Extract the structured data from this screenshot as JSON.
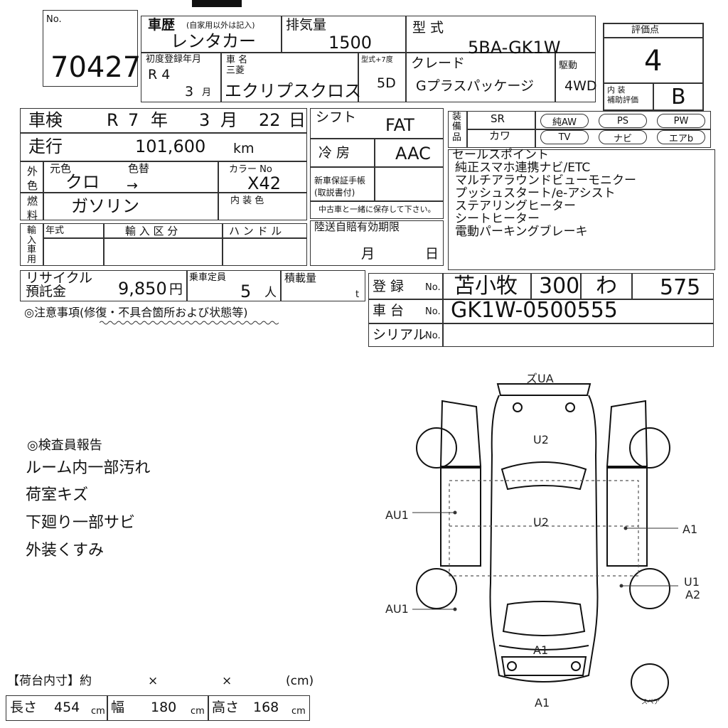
{
  "header": {
    "no_label": "No.",
    "lot_no": "70427"
  },
  "history": {
    "label": "車歴",
    "label_note": "(自家用以外は記入)",
    "value": "レンタカー"
  },
  "displacement": {
    "label": "排気量",
    "value": "1500"
  },
  "model_type": {
    "label": "型 式",
    "value": "5BA-GK1W"
  },
  "first_reg": {
    "label": "初度登録年月",
    "era_year": "R 4",
    "month": "3",
    "month_unit": "月"
  },
  "car_name": {
    "label": "車 名",
    "maker": "三菱",
    "value": "エクリプスクロス"
  },
  "doors": {
    "label": "型式+7度",
    "value": "5D"
  },
  "grade": {
    "label": "クレード",
    "value": "Gプラスパッケージ"
  },
  "drive": {
    "label": "駆動",
    "value": "4WD"
  },
  "score": {
    "label": "評価点",
    "value": "4",
    "interior_label": "内 装\n補助評価",
    "interior_value": "B"
  },
  "inspection": {
    "label": "車検",
    "era": "R",
    "year": "7",
    "year_unit": "年",
    "month": "3",
    "month_unit": "月",
    "day": "22",
    "day_unit": "日"
  },
  "shift": {
    "label": "シフト",
    "value": "FAT"
  },
  "mileage": {
    "label": "走行",
    "value": "101,600",
    "unit": "km"
  },
  "aircon": {
    "label": "冷 房",
    "value": "AAC"
  },
  "equipment": {
    "label": "装備品",
    "sr": "SR",
    "leather": "カワ",
    "pills": [
      "純AW",
      "PS",
      "PW",
      "TV",
      "ナビ",
      "エアb"
    ]
  },
  "color": {
    "side_label": "外色",
    "orig_label": "元色",
    "orig_value": "クロ",
    "change_label": "色替",
    "change_value": "→",
    "code_label": "カラー No",
    "code_value": "X42"
  },
  "fuel": {
    "label": "燃料",
    "value": "ガソリン",
    "interior_color_label": "内 装 色"
  },
  "manual": {
    "label": "新車保証手帳\n(取説書付)",
    "note": "中古車と一緒に保存して下さい。"
  },
  "import": {
    "label": "輸入車用",
    "year_label": "年式",
    "class_label": "輸 入 区 分",
    "handle_label": "ハ ン ド ル"
  },
  "radio": {
    "label": "陸送自賠有効期限",
    "month_unit": "月",
    "day_unit": "日"
  },
  "sales_points": {
    "label": "セールスポイント",
    "items": [
      "純正スマホ連携ナビ/ETC",
      "マルチアラウンドビューモニクー",
      "プッシュスタート/e-アシスト",
      "ステアリングヒーター",
      "シートヒーター",
      "電動パーキングブレーキ"
    ]
  },
  "recycle": {
    "label": "リサイクル\n預託金",
    "value": "9,850",
    "unit": "円"
  },
  "capacity": {
    "label": "乗車定員",
    "value": "5",
    "unit": "人"
  },
  "load": {
    "label": "積載量",
    "unit": "t"
  },
  "registration": {
    "label": "登 録",
    "no_label": "No.",
    "area": "苫小牧",
    "class_no": "300",
    "kana": "わ",
    "number": "575"
  },
  "chassis": {
    "label": "車 台",
    "no_label": "No.",
    "value": "GK1W-0500555"
  },
  "serial": {
    "label": "シリアル",
    "no_label": "No."
  },
  "notes": {
    "label": "◎注意事項(修復・不具合箇所および状態等)"
  },
  "inspector": {
    "label": "◎検査員報告",
    "items": [
      "ルーム内一部汚れ",
      "荷室キズ",
      "下廻り一部サビ",
      "外装くすみ"
    ]
  },
  "diagram": {
    "top_label": "ズUA",
    "marks": [
      "U2",
      "U2",
      "AU1",
      "A1",
      "U1",
      "A2",
      "AU1",
      "A1",
      "A1"
    ],
    "spare_label": "スペア"
  },
  "cargo": {
    "title": "【荷台内寸】約",
    "x1": "×",
    "x2": "×",
    "unit": "(cm)",
    "len_label": "長さ",
    "len_value": "454",
    "len_unit": "cm",
    "width_label": "幅",
    "width_value": "180",
    "width_unit": "cm",
    "height_label": "高さ",
    "height_value": "168",
    "height_unit": "cm"
  }
}
